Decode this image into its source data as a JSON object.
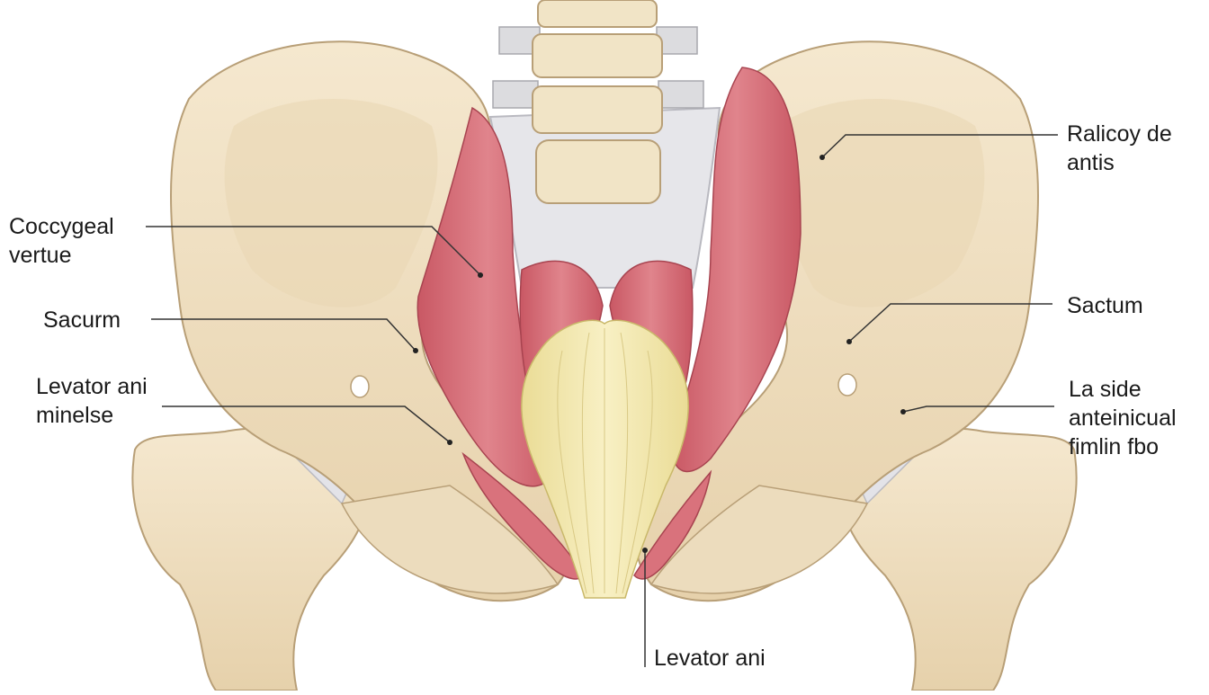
{
  "colors": {
    "bone": "#f0e0c2",
    "bone_shadow": "#d9c39d",
    "bone_outline": "#b89f77",
    "cartilage": "#e2e2e6",
    "muscle": "#d8707a",
    "muscle_dark": "#b84e59",
    "tendon": "#f4ebb0",
    "leader_line": "#333333"
  },
  "labels": {
    "coccygeal_vertue": [
      "Coccygeal",
      "vertue"
    ],
    "sacurm_left": [
      "Sacurm"
    ],
    "levator_ani_minelse": [
      "Levator ani",
      "minelse"
    ],
    "ralicoy_de_antis": [
      "Ralicoy de",
      "antis"
    ],
    "sactum_right": [
      "Sactum"
    ],
    "la_side_anteinicual": [
      "La side",
      "anteinicual",
      "fimlin fbo"
    ],
    "levator_ani_bottom": [
      "Levator ani"
    ]
  }
}
